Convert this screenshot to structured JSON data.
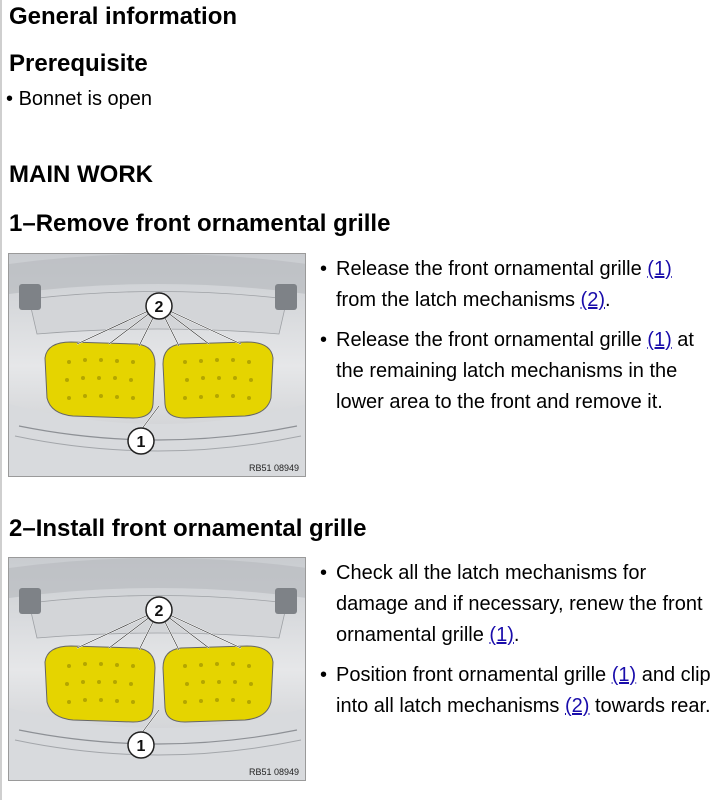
{
  "general": {
    "title": "General information"
  },
  "prerequisite": {
    "title": "Prerequisite",
    "items": [
      "Bonnet is open"
    ]
  },
  "main_work": {
    "title": "MAIN WORK"
  },
  "bullet": "•",
  "sections": [
    {
      "title": "1–Remove front ornamental grille",
      "figure": {
        "code": "RB51 08949",
        "callouts": [
          "1",
          "2"
        ]
      },
      "steps": [
        {
          "parts": [
            {
              "t": "Release the front ornamental grille "
            },
            {
              "t": "(1)",
              "ref": true
            },
            {
              "t": " from the latch mechanisms "
            },
            {
              "t": "(2)",
              "ref": true
            },
            {
              "t": "."
            }
          ]
        },
        {
          "parts": [
            {
              "t": "Release the front ornamental grille "
            },
            {
              "t": "(1)",
              "ref": true
            },
            {
              "t": " at the remaining latch mechanisms in the lower area to the front and remove it."
            }
          ]
        }
      ]
    },
    {
      "title": "2–Install front ornamental grille",
      "figure": {
        "code": "RB51 08949",
        "callouts": [
          "1",
          "2"
        ]
      },
      "steps": [
        {
          "parts": [
            {
              "t": "Check all the latch mechanisms for damage and if necessary, renew the front ornamental grille "
            },
            {
              "t": "(1)",
              "ref": true
            },
            {
              "t": "."
            }
          ]
        },
        {
          "parts": [
            {
              "t": "Position front ornamental grille "
            },
            {
              "t": "(1)",
              "ref": true
            },
            {
              "t": " and clip into all latch mechanisms "
            },
            {
              "t": "(2)",
              "ref": true
            },
            {
              "t": " towards rear."
            }
          ]
        }
      ]
    }
  ]
}
